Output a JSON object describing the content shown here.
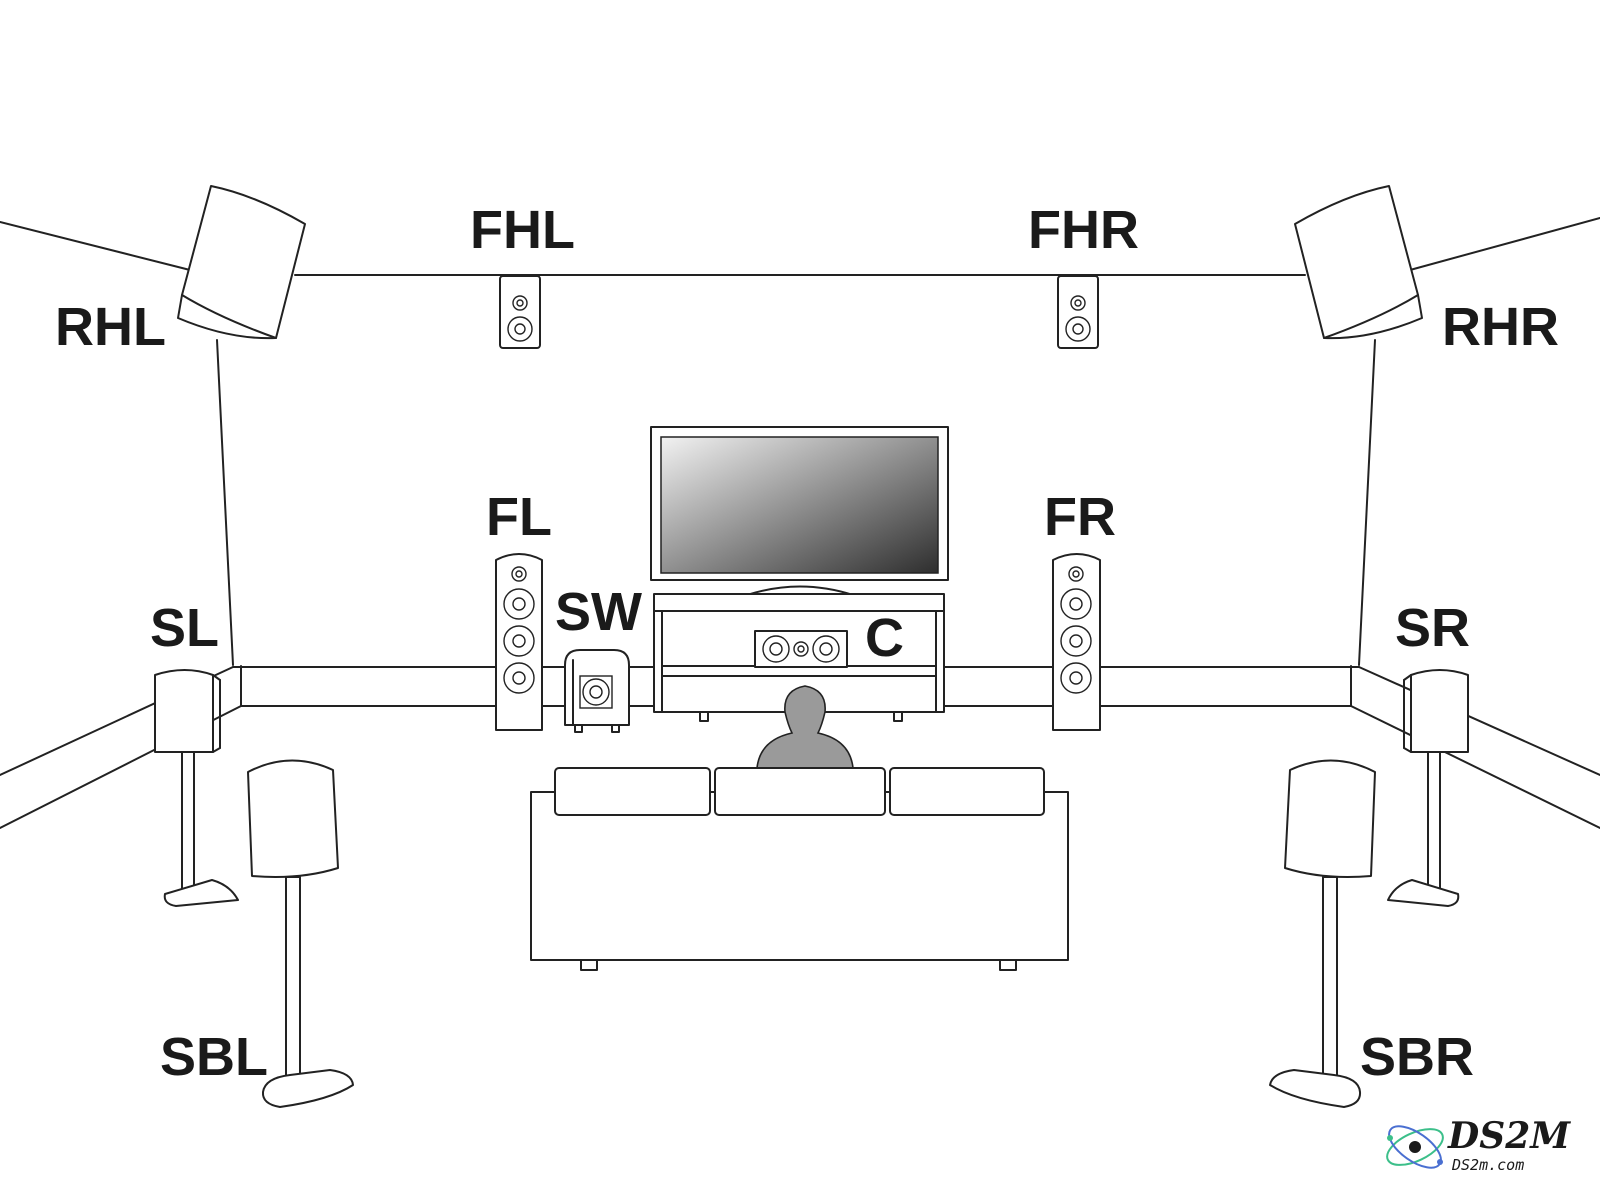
{
  "labels": {
    "rhl": "RHL",
    "fhl": "FHL",
    "fhr": "FHR",
    "rhr": "RHR",
    "fl": "FL",
    "fr": "FR",
    "sw": "SW",
    "c": "C",
    "sl": "SL",
    "sr": "SR",
    "sbl": "SBL",
    "sbr": "SBR"
  },
  "watermark": {
    "title": "DS2M",
    "subtitle": "DS2m.com"
  },
  "colors": {
    "line": "#222222",
    "person": "#9a9a9a",
    "screen_light": "#f2f2f2",
    "screen_dark": "#2e2e2e",
    "watermark_accent": "#3cbf8a"
  }
}
